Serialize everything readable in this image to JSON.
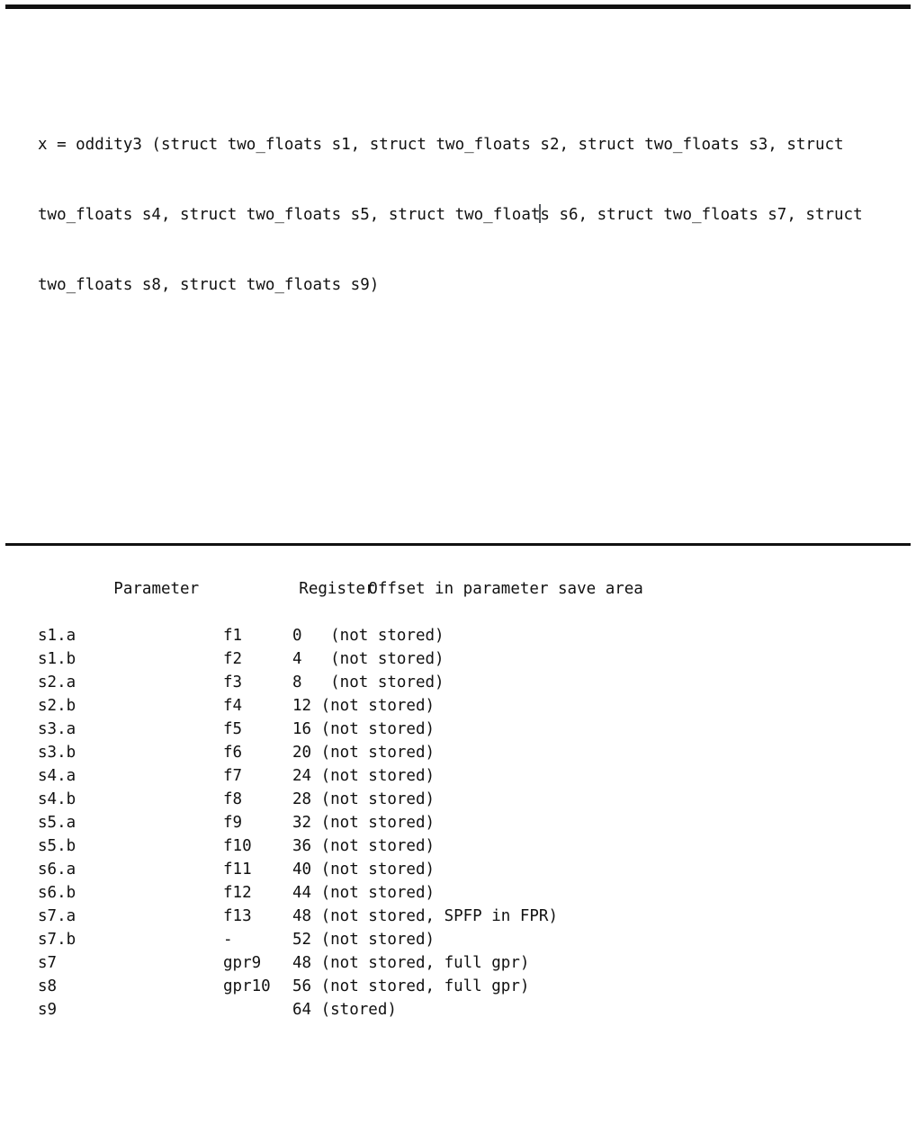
{
  "figure": {
    "signature_lines": [
      "x = oddity3 (struct two_floats s1, struct two_floats s2, struct two_floats s3, struct",
      "two_floats s4, struct two_floats s5, struct two_float",
      "s s6, struct two_floats s7, struct",
      "two_floats s8, struct two_floats s9)"
    ],
    "caret": {
      "visible": true,
      "after_text": "two_float",
      "line_index": 1,
      "color": "#555a60"
    },
    "table": {
      "headers": {
        "parameter": "Parameter",
        "register": "Register",
        "offset": "Offset in parameter save area"
      },
      "rows": [
        {
          "parameter": "s1.a",
          "register": "f1",
          "offset": "0   (not stored)"
        },
        {
          "parameter": "s1.b",
          "register": "f2",
          "offset": "4   (not stored)"
        },
        {
          "parameter": "s2.a",
          "register": "f3",
          "offset": "8   (not stored)"
        },
        {
          "parameter": "s2.b",
          "register": "f4",
          "offset": "12 (not stored)"
        },
        {
          "parameter": "s3.a",
          "register": "f5",
          "offset": "16 (not stored)"
        },
        {
          "parameter": "s3.b",
          "register": "f6",
          "offset": "20 (not stored)"
        },
        {
          "parameter": "s4.a",
          "register": "f7",
          "offset": "24 (not stored)"
        },
        {
          "parameter": "s4.b",
          "register": "f8",
          "offset": "28 (not stored)"
        },
        {
          "parameter": "s5.a",
          "register": "f9",
          "offset": "32 (not stored)"
        },
        {
          "parameter": "s5.b",
          "register": "f10",
          "offset": "36 (not stored)"
        },
        {
          "parameter": "s6.a",
          "register": "f11",
          "offset": "40 (not stored)"
        },
        {
          "parameter": "s6.b",
          "register": "f12",
          "offset": "44 (not stored)"
        },
        {
          "parameter": "s7.a",
          "register": "f13",
          "offset": "48 (not stored, SPFP in FPR)"
        },
        {
          "parameter": "s7.b",
          "register": "-",
          "offset": "52 (not stored)"
        },
        {
          "parameter": "s7",
          "register": "gpr9",
          "offset": "48 (not stored, full gpr)"
        },
        {
          "parameter": "s8",
          "register": "gpr10",
          "offset": "56 (not stored, full gpr)"
        },
        {
          "parameter": "s9",
          "register": "",
          "offset": "64 (stored)"
        }
      ]
    },
    "colors": {
      "text": "#111111",
      "rule": "#111111",
      "background": "#ffffff"
    }
  }
}
